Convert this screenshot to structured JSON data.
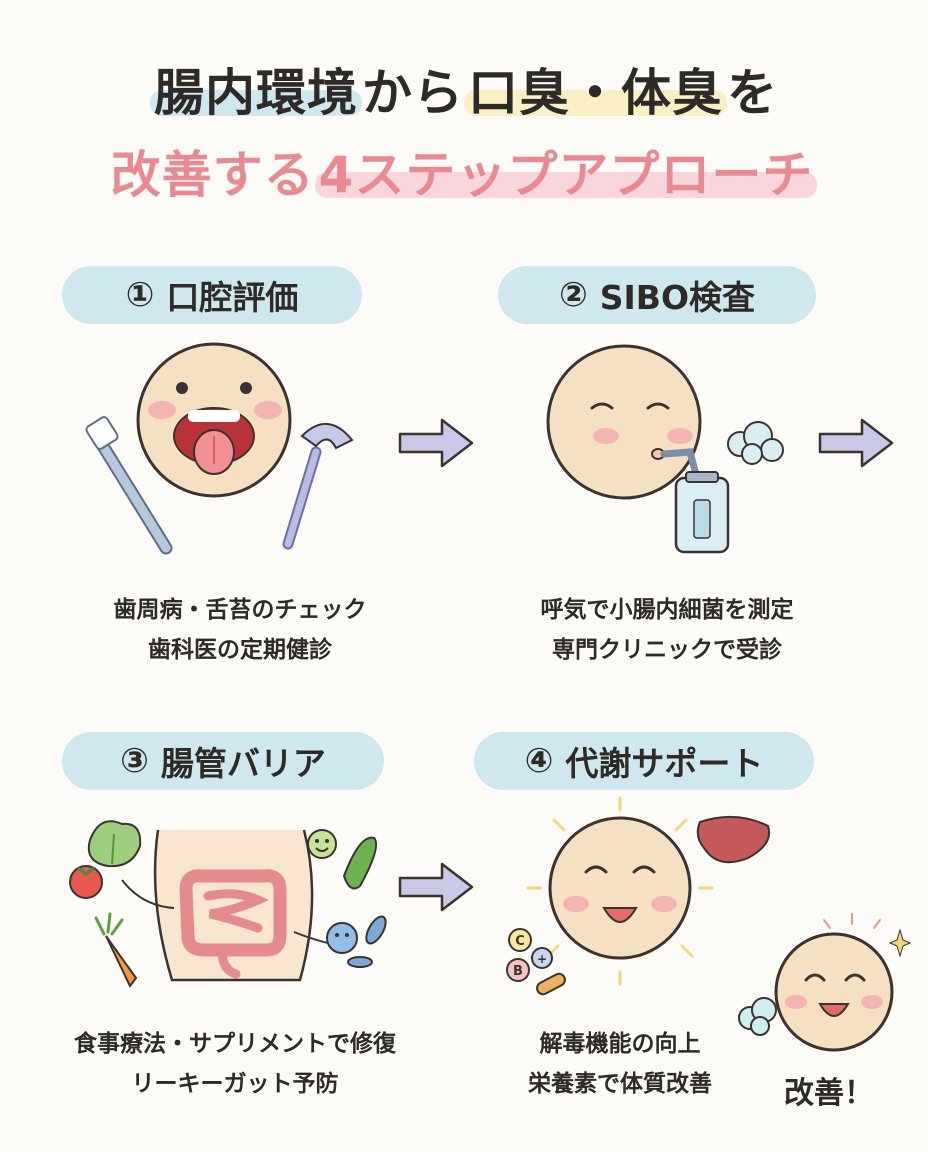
{
  "title": {
    "line1": {
      "part1": "腸内環境",
      "part2": "から",
      "part3": "口臭・体臭",
      "part4": "を"
    },
    "line2": {
      "part1": "改善する",
      "part2": "4ステップアプローチ"
    }
  },
  "steps": [
    {
      "number": "①",
      "label": "口腔評価",
      "caption_lines": [
        "歯周病・舌苔のチェック",
        "歯科医の定期健診"
      ]
    },
    {
      "number": "②",
      "label": "SIBO検査",
      "caption_lines": [
        "呼気で小腸内細菌を測定",
        "専門クリニックで受診"
      ]
    },
    {
      "number": "③",
      "label": "腸管バリア",
      "caption_lines": [
        "食事療法・サプリメントで修復",
        "リーキーガット予防"
      ]
    },
    {
      "number": "④",
      "label": "代謝サポート",
      "caption_lines": [
        "解毒機能の向上",
        "栄養素で体質改善"
      ]
    }
  ],
  "improvement_label": "改善！",
  "vitamin_letters": [
    "C",
    "B",
    "+"
  ],
  "colors": {
    "pill_bg": "#cfe7ef",
    "title_pink": "#e98a92",
    "highlight_blue": "#cfe8f0",
    "highlight_yellow": "#fbefc4",
    "highlight_pink": "#f8d6db",
    "arrow_fill": "#c9c8e6",
    "face_fill": "#f5e0c4"
  }
}
